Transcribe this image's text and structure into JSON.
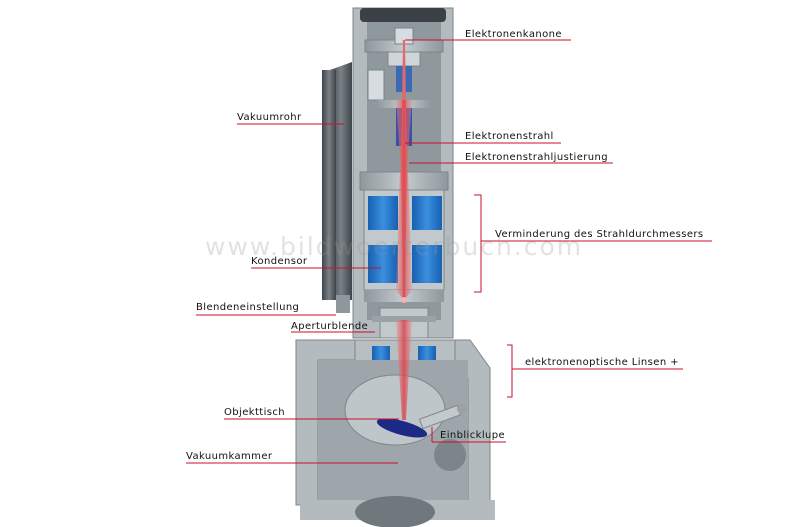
{
  "labels": {
    "elektronenkanone": "Elektronenkanone",
    "vakuumrohr": "Vakuumrohr",
    "elektronenstrahl": "Elektronenstrahl",
    "justierung": "Elektronenstrahljustierung",
    "verminderung": "Verminderung des Strahldurchmessers",
    "kondensor": "Kondensor",
    "blendeneinstellung": "Blendeneinstellung",
    "aperturblende": "Aperturblende",
    "linsen": "elektronenoptische Linsen",
    "linsen_plus": "+",
    "objekttisch": "Objekttisch",
    "einblicklupe": "Einblicklupe",
    "vakuumkammer": "Vakuumkammer"
  },
  "watermark": "www.bildwoerterbuch.com",
  "colors": {
    "leader": "#c8102e",
    "metal": "#a9b1b6",
    "metal_dark": "#6f787d",
    "metal_light": "#d6dcdf",
    "coil": "#1f74c9",
    "beam": "#e36a6a",
    "tube": "#5a6066"
  }
}
